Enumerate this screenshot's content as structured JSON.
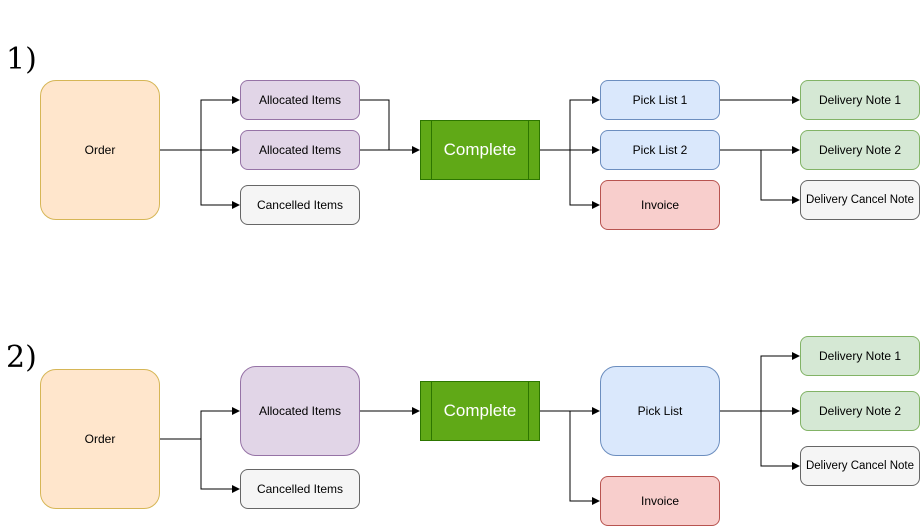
{
  "diagram1": {
    "label": "1)",
    "order": "Order",
    "allocated_1": "Allocated Items",
    "allocated_2": "Allocated Items",
    "cancelled": "Cancelled Items",
    "complete": "Complete",
    "pick_list_1": "Pick List 1",
    "pick_list_2": "Pick List 2",
    "invoice": "Invoice",
    "delivery_note_1": "Delivery Note 1",
    "delivery_note_2": "Delivery Note 2",
    "delivery_cancel_note": "Delivery Cancel Note"
  },
  "diagram2": {
    "label": "2)",
    "order": "Order",
    "allocated": "Allocated Items",
    "cancelled": "Cancelled Items",
    "complete": "Complete",
    "pick_list": "Pick List",
    "invoice": "Invoice",
    "delivery_note_1": "Delivery Note 1",
    "delivery_note_2": "Delivery Note 2",
    "delivery_cancel_note": "Delivery Cancel Note"
  },
  "colors": {
    "order": "#ffe6cc",
    "allocated": "#e1d5e7",
    "cancelled": "#f5f5f5",
    "complete": "#60a917",
    "pick_list": "#dae8fc",
    "invoice": "#f8cecc",
    "delivery_note": "#d5e8d4"
  }
}
